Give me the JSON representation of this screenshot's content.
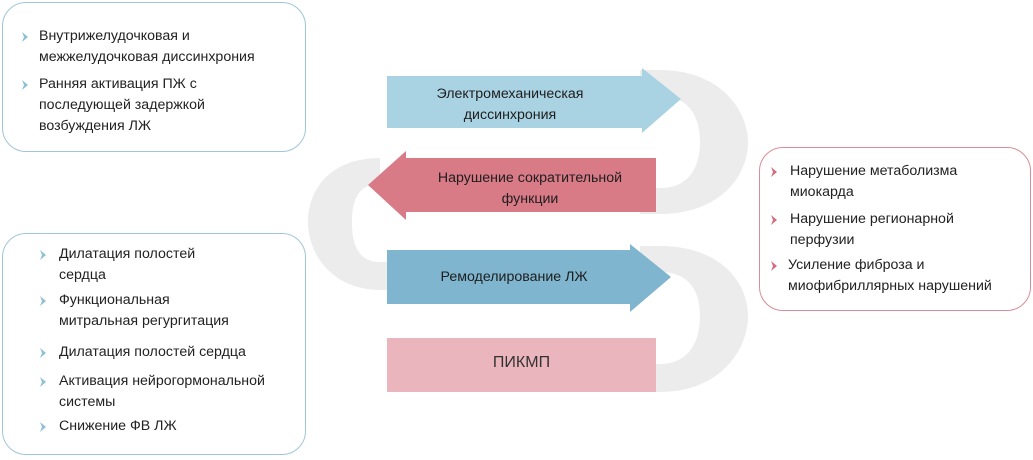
{
  "top_left": {
    "items": [
      "Внутрижелудочковая и\nмежжелудочковая диссинхрония",
      "Ранняя активация ПЖ с\nпоследующей задержкой\nвозбуждения ЛЖ"
    ]
  },
  "bottom_left": {
    "items": [
      "Дилатация полостей\nсердца",
      "Функциональная\nмитральная регургитация",
      "Дилатация полостей сердца",
      "Активация нейрогормональной\nсистемы",
      "Снижение ФВ ЛЖ"
    ]
  },
  "right": {
    "items": [
      "Нарушение метаболизма\nмиокарда",
      "Нарушение регионарной\nперфузии",
      "Усиление фиброза и\nмиофибриллярных нарушений"
    ]
  },
  "center": {
    "steps": [
      {
        "label": "Электромеханическая\nдиссинхрония",
        "direction": "right",
        "color": "#a9d3e3"
      },
      {
        "label": "Нарушение сократительной\nфункции",
        "direction": "left",
        "color": "#d97a87"
      },
      {
        "label": "Ремоделирование ЛЖ",
        "direction": "right",
        "color": "#7fb5ce"
      },
      {
        "label": "ПИКМП",
        "direction": "none",
        "color": "#ebb5bd"
      }
    ]
  },
  "colors": {
    "blue_border": "#9fc6d6",
    "pink_border": "#d98d99",
    "blue_chevron": "#8fbfd3",
    "pink_chevron": "#d56b7c",
    "snake_band": "#ececec"
  }
}
